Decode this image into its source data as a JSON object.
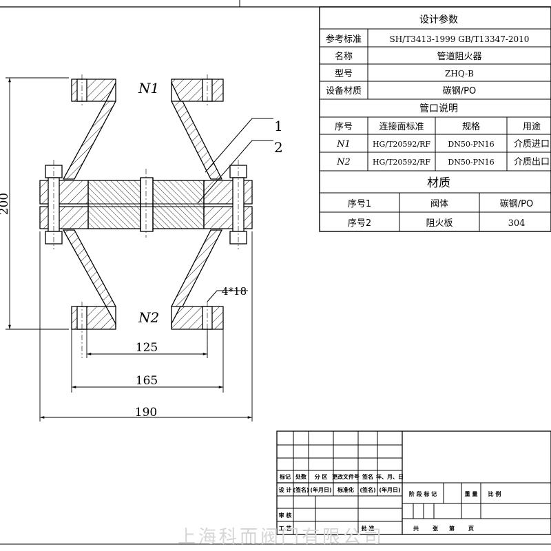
{
  "design_params": {
    "title": "设计参数",
    "rows": [
      {
        "label": "参考标准",
        "value": "SH/T3413-1999  GB/T13347-2010"
      },
      {
        "label": "名称",
        "value": "管道阻火器"
      },
      {
        "label": "型号",
        "value": "ZHQ-B"
      },
      {
        "label": "设备材质",
        "value": "碳钢/PO"
      }
    ]
  },
  "nozzles": {
    "title": "管口说明",
    "headers": [
      "序号",
      "连接面标准",
      "规格",
      "用途"
    ],
    "rows": [
      {
        "no": "N1",
        "std": "HG/T20592/RF",
        "spec": "DN50-PN16",
        "use": "介质进口"
      },
      {
        "no": "N2",
        "std": "HG/T20592/RF",
        "spec": "DN50-PN16",
        "use": "介质出口"
      }
    ]
  },
  "materials": {
    "title": "材质",
    "rows": [
      {
        "no": "序号1",
        "part": "阀体",
        "material": "碳钢/PO"
      },
      {
        "no": "序号2",
        "part": "阻火板",
        "material": "304"
      }
    ]
  },
  "drawing": {
    "n1": "N1",
    "n2": "N2",
    "callout1": "1",
    "callout2": "2",
    "bolt_hole": "4*18",
    "dim_height": "200",
    "dim_bolt_circle": "125",
    "dim_raised_face": "165",
    "dim_flange_od": "190"
  },
  "title_block": {
    "rev_headers": [
      "标记",
      "处数",
      "分 区",
      "更改文件号",
      "签名",
      "年、月、日"
    ],
    "sign_row": [
      "设 计",
      "(签名)",
      "(年月日)",
      "标准化",
      "(签名)",
      "(年月日)"
    ],
    "review": "审 核",
    "process": "工 艺",
    "approve": "批 准",
    "stage_row": [
      "阶 段 标 记",
      "重 量",
      "比 例"
    ],
    "sheet_row": [
      "共",
      "张",
      "第",
      "页"
    ]
  },
  "watermark": "上海科而阀门有限公司"
}
